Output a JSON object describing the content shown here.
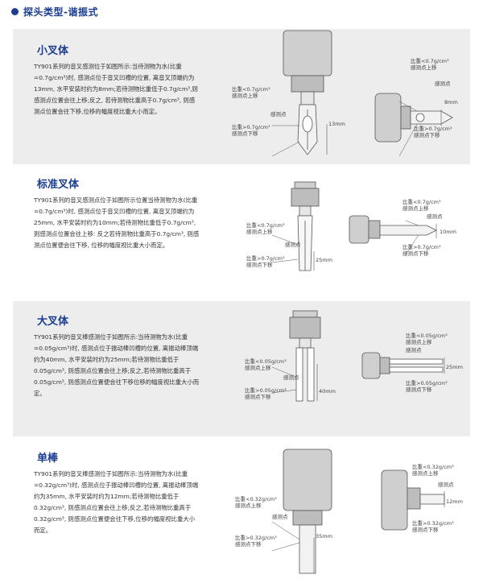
{
  "header": {
    "title": "探头类型-谐振式"
  },
  "sections": [
    {
      "title": "小叉体",
      "description": "TY901系列的音叉感测位于如图所示:当待测物为水(比重=0.7g/cm³)时, 感测点位于音叉凹槽的位置, 离音叉顶端约为13mm, 水平安装时约为8mm;若待测物比重低于0.7g/cm³,则感测点位置会往上移;反之, 若待测物比重高于0.7g/cm³, 则感测点位置会往下移,位移的幅度视比重大小而定。",
      "labels": {
        "up_main": "比重<0.7g/cm³",
        "up_sub": "感测点上移",
        "point": "感测点",
        "down_main": "比重>0.7g/cm³",
        "down_sub": "感测点下移",
        "dim_vertical": "13mm",
        "dim_horizontal": "8mm"
      }
    },
    {
      "title": "标准叉体",
      "description": "TY901系列的音叉感测点位于如图所示位置当待测物为水(比重=0.7g/cm³)时, 感测点位于音叉凹槽的位置, 离音叉顶端约为25mm, 水平安装时约为10mm;若待测物比重低于0.7g/cm³,则感测点位置会往上移: 反之若待测物比重高于0.7g/cm³, 则感测点位置便会往下移, 位移的幅度视比重大小而定。",
      "labels": {
        "up_main": "比重<0.7g/cm³",
        "up_sub": "感测点上移",
        "point": "感测点",
        "down_main": "比重>0.7g/cm³",
        "down_sub": "感测点下移",
        "dim_vertical": "25mm",
        "dim_horizontal": "10mm"
      }
    },
    {
      "title": "大叉体",
      "description": "TY901系列的音叉棒感测位于如图所示:当待测物为水(比重=0.05g/cm³)时, 感测点位于振动棒凹槽的位置, 离振动棒顶端约为40mm, 水平安装时约为25mm;若待测物比重低于0.05g/cm³, 则感测点位置会往上移;反之,若待测物比重高于0.05g/cm³, 则感测点位置便会往下移位移的幅度视比重大小而定。",
      "labels": {
        "up_main": "比重<0.05g/cm³",
        "up_sub": "感测点上移",
        "point": "感测点",
        "down_main": "比重>0.05g/cm³",
        "down_sub": "感测点下移",
        "dim_vertical": "40mm",
        "dim_horizontal": "25mm"
      }
    },
    {
      "title": "单棒",
      "description": "TY901系列的音叉棒感测位于如图所示:当待测物为水(比重=0.32g/cm³)时, 感测点位于振动棒凹槽的位置, 离振动棒顶端约为35mm, 水平安装时约为12mm;若待测物比重低于0.32g/cm³, 则感测点位置会往上移;反之,若待测物比重高于0.32g/cm³, 则感测点位置便会往下移,位移的幅度视比重大小而定。",
      "labels": {
        "up_main": "比重<0.32g/cm³",
        "up_sub": "感测点上移",
        "point": "感测点",
        "down_main": "比重>0.32g/cm³",
        "down_sub": "感测点下移",
        "dim_vertical": "35mm",
        "dim_horizontal": "12mm"
      }
    }
  ],
  "colors": {
    "accent": "#1b3d8f",
    "panel_grey": "#ededed",
    "line": "#555555"
  }
}
